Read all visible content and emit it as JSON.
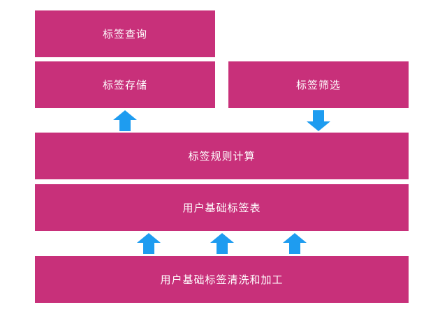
{
  "colors": {
    "box": "#c8307a",
    "arrow": "#1e9cf0",
    "text": "#ffffff"
  },
  "boxes": {
    "tag_query": "标签查询",
    "tag_storage": "标签存储",
    "tag_filter": "标签筛选",
    "tag_rule_compute": "标签规则计算",
    "user_base_tag_table": "用户基础标签表",
    "user_base_tag_cleaning": "用户基础标签清洗和加工"
  },
  "arrows": [
    {
      "name": "arrow-up-icon",
      "direction": "up",
      "from": "tag_rule_compute",
      "to": "tag_storage"
    },
    {
      "name": "arrow-down-icon",
      "direction": "down",
      "from": "tag_filter",
      "to": "tag_rule_compute"
    },
    {
      "name": "arrow-up-icon",
      "direction": "up",
      "from": "user_base_tag_cleaning",
      "to": "user_base_tag_table"
    },
    {
      "name": "arrow-up-icon",
      "direction": "up",
      "from": "user_base_tag_cleaning",
      "to": "user_base_tag_table"
    },
    {
      "name": "arrow-up-icon",
      "direction": "up",
      "from": "user_base_tag_cleaning",
      "to": "user_base_tag_table"
    }
  ]
}
